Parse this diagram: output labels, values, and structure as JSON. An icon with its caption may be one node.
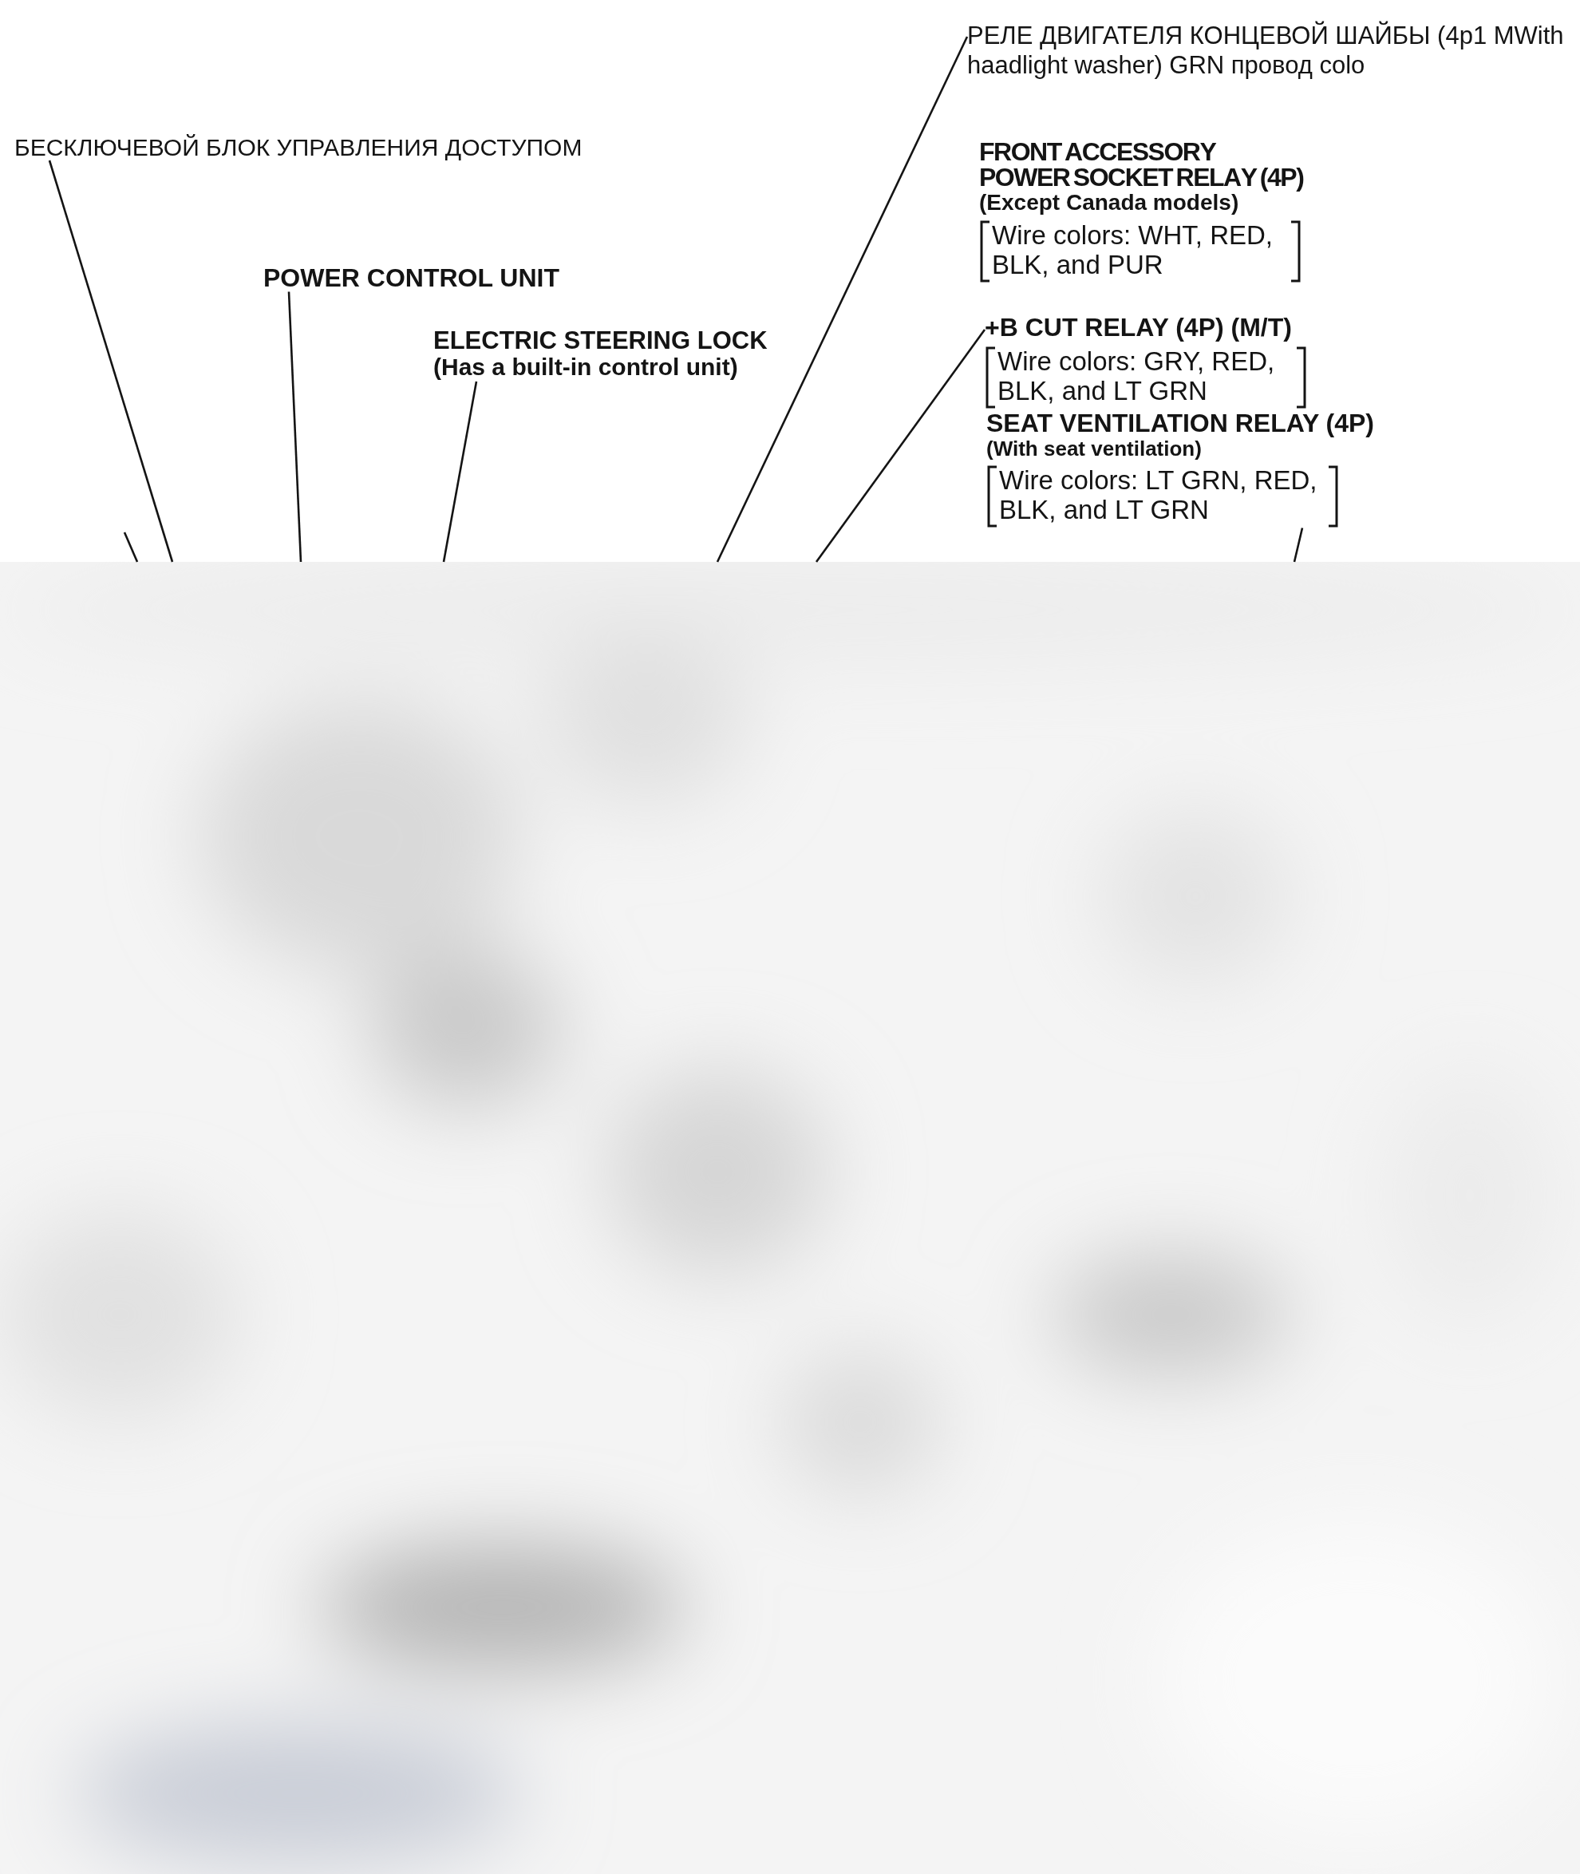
{
  "diagram": {
    "nodes": [
      {
        "text": [
          "БЕСКЛЮЧЕВОЙ БЛОК УПРАВЛЕНИЯ ДОСТУПОМ"
        ]
      },
      {
        "text": [
          "POWER CONTROL UNIT"
        ]
      },
      {
        "text": [
          "ELECTRIC STEERING LOCK",
          "(Has a built-in control unit)"
        ]
      },
      {
        "text": [
          "РЕЛЕ ДВИГАТЕЛЯ КОНЦЕВОЙ ШАЙБЫ (4p1 MWith haadlight washer) GRN провод colo"
        ]
      },
      {
        "text": [
          "+B CUT RELAY (4P) (M/T)",
          "Wire colors: GRY, RED, BLK, and LT GRN"
        ]
      },
      {
        "text": [
          "SEAT VENTILATION RELAY (4P)",
          "(With seat ventilation)",
          "Wire colors: LT GRN, RED, BLK, and LT GRN"
        ]
      },
      {
        "text": [],
        "shape": "picture"
      }
    ],
    "edges": [
      {
        "from": 0,
        "to": 6,
        "arrow": "none"
      },
      {
        "from": 1,
        "to": 6,
        "arrow": "none"
      },
      {
        "from": 2,
        "to": 6,
        "arrow": "none"
      },
      {
        "from": 3,
        "to": 6,
        "arrow": "none"
      },
      {
        "from": 4,
        "to": 6,
        "arrow": "none"
      },
      {
        "from": 5,
        "to": 6,
        "arrow": "none"
      },
      {
        "from": null,
        "to": 6,
        "arrow": "none"
      }
    ],
    "labels": [
      "FRONT ACCESSORY POWER SOCKET RELAY (4P)",
      "(Except Canada models)",
      "Wire colors: WHT, RED, BLK, and PUR"
    ]
  }
}
